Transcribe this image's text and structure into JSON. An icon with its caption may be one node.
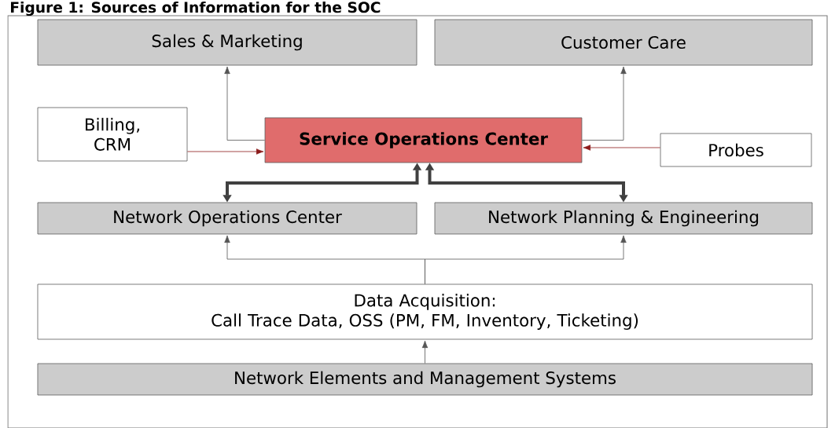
{
  "diagram": {
    "title": "Figure 1: Sources of Information for the SOC",
    "nodes": [
      {
        "text": [
          "Sales & Marketing"
        ]
      },
      {
        "text": [
          "Customer Care"
        ]
      },
      {
        "text": [
          "Billing, CRM"
        ]
      },
      {
        "text": [
          "Service Operations Center"
        ]
      },
      {
        "text": [
          "Probes"
        ]
      },
      {
        "text": [
          "Network Operations Center"
        ]
      },
      {
        "text": [
          "Network Planning & Engineering"
        ]
      },
      {
        "text": [
          "Data Acquisition:",
          "Call Trace Data, OSS (PM, FM, Inventory, Ticketing)"
        ]
      },
      {
        "text": [
          "Network Elements and Management Systems"
        ]
      }
    ],
    "edges": [
      {
        "from": 3,
        "to": 0,
        "arrow": "to"
      },
      {
        "from": 3,
        "to": 1,
        "arrow": "to"
      },
      {
        "from": 2,
        "to": 3,
        "arrow": "to",
        "color": "#8b1a1a"
      },
      {
        "from": 4,
        "to": 3,
        "arrow": "to",
        "color": "#8b1a1a"
      },
      {
        "from": 5,
        "to": 3,
        "arrow": "both",
        "style": "thick"
      },
      {
        "from": 6,
        "to": 3,
        "arrow": "both",
        "style": "thick"
      },
      {
        "from": 7,
        "to": 5,
        "arrow": "to"
      },
      {
        "from": 7,
        "to": 6,
        "arrow": "to"
      },
      {
        "from": 8,
        "to": 7,
        "arrow": "to"
      }
    ]
  }
}
